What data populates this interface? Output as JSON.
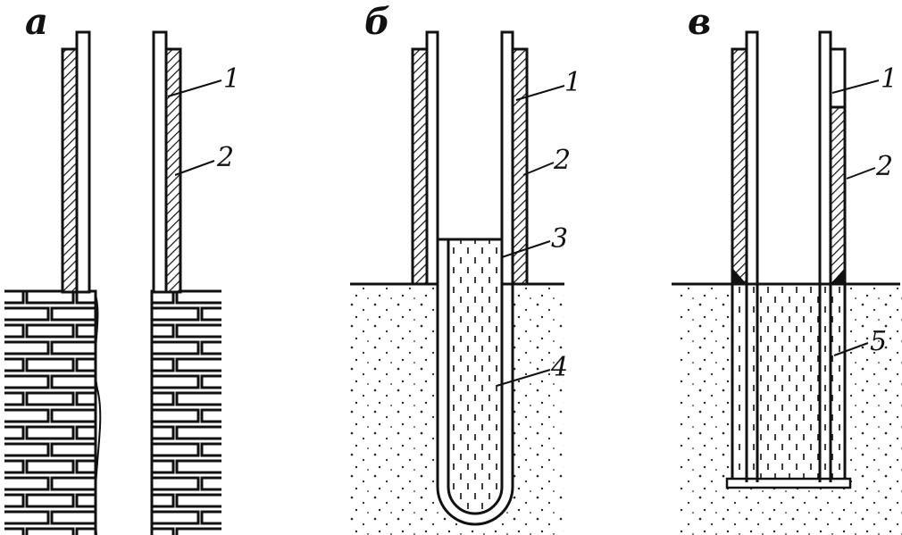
{
  "figure": {
    "panels": [
      {
        "letter": "а"
      },
      {
        "letter": "б"
      },
      {
        "letter": "в"
      }
    ],
    "callouts": {
      "a": [
        "1",
        "2"
      ],
      "b": [
        "1",
        "2",
        "3",
        "4"
      ],
      "c": [
        "1",
        "2",
        "5"
      ]
    }
  },
  "colors": {
    "ink": "#111111",
    "paper": "#ffffff"
  }
}
